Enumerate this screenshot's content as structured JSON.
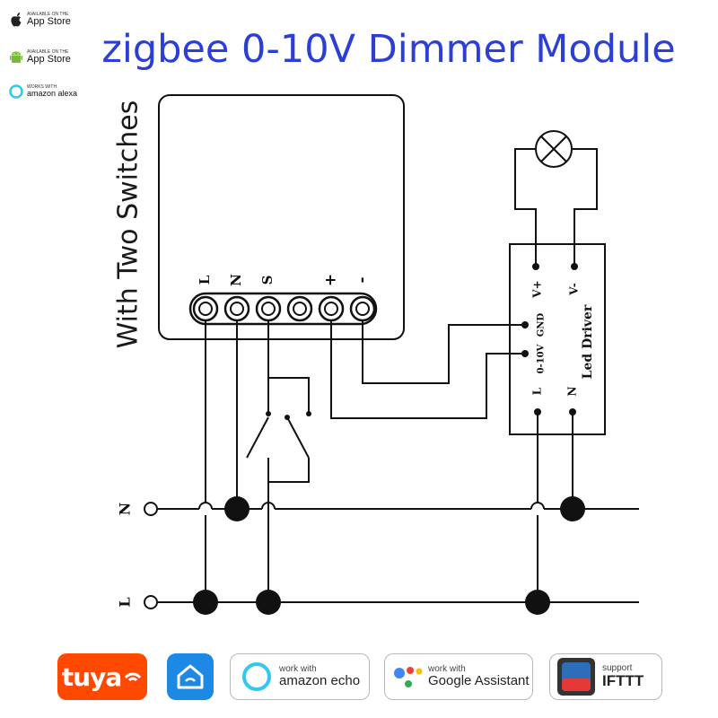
{
  "header": {
    "title": "zigbee 0-10V Dimmer Module"
  },
  "side_label": "With Two Switches",
  "stores": [
    {
      "small": "AVAILABLE ON THE",
      "big": "App Store",
      "icon": "apple-icon"
    },
    {
      "small": "AVAILABLE ON THE",
      "big": "App Store",
      "icon": "android-icon"
    },
    {
      "small": "WORKS WITH",
      "big": "amazon alexa",
      "icon": "alexa-icon"
    }
  ],
  "module": {
    "terminal_labels": [
      "L",
      "N",
      "S",
      "+",
      "-"
    ]
  },
  "driver": {
    "name": "Led Driver",
    "top_labels": [
      "V+",
      "V-"
    ],
    "side_labels": [
      "GND",
      "0-10V"
    ],
    "bottom_labels": [
      "L",
      "N"
    ]
  },
  "mains": {
    "n_label": "N",
    "l_label": "L"
  },
  "badges": {
    "tuya": "tuya",
    "echo_small": "work with",
    "echo_big": "amazon echo",
    "google_small": "work with",
    "google_big": "Google Assistant",
    "ifttt_small": "support",
    "ifttt_big": "IFTTT"
  },
  "colors": {
    "title": "#2b3fd6",
    "tuya": "#ff4800",
    "smart_home": "#1e88e5",
    "alexa": "#35c6f4"
  }
}
